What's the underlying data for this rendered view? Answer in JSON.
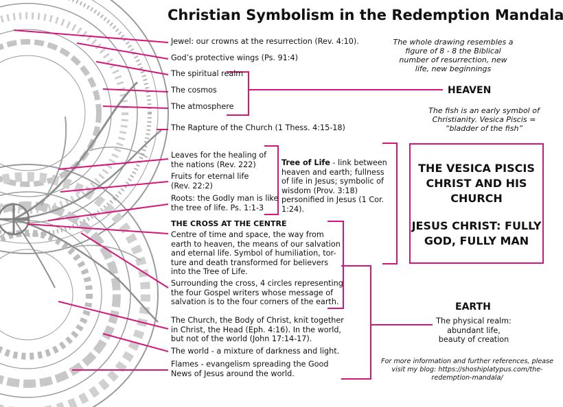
{
  "title": "Christian Symbolism in the Redemption Mandala",
  "accent_color": "#d4157a",
  "labels": {
    "jewel": "Jewel: our crowns at the resurrection (Rev. 4:10).",
    "wings": "God’s protective wings (Ps. 91:4)",
    "spiritual": "The spiritual realm",
    "cosmos": "The cosmos",
    "atmosphere": "The atmosphere",
    "rapture": "The Rapture of the Church (1 Thess. 4:15-18)",
    "leaves_1": "Leaves for the healing of",
    "leaves_2": "the nations (Rev. 222)",
    "fruits_1": "Fruits for eternal life",
    "fruits_2": "(Rev. 22:2)",
    "roots_1": "Roots: the Godly man is like",
    "roots_2": "the tree of life. Ps. 1:1-3",
    "cross_title": "THE CROSS AT THE CENTRE",
    "cross_1": "Centre of time and space, the way from",
    "cross_2": "earth to heaven, the means of our salvation",
    "cross_3": "and eternal life. Symbol of humiliation, tor-",
    "cross_4": "ture and death transformed for believers",
    "cross_5": "into the Tree of Life.",
    "circles_1": "Surrounding the cross, 4 circles representing",
    "circles_2": "the four Gospel writers whose message of",
    "circles_3": "salvation is to the four corners of the earth.",
    "church_1": "The Church, the Body of Christ, knit together",
    "church_2": "in Christ, the Head (Eph. 4:16). In the world,",
    "church_3": "but not of the world (John 17:14-17).",
    "world": "The world - a mixture of darkness and light.",
    "flames_1": "Flames - evangelism spreading the Good",
    "flames_2": "News of Jesus around the world."
  },
  "tree": {
    "bold": "Tree of Life",
    "line_1": " - link between",
    "line_2": "heaven and earth; fullness",
    "line_3": "of life in Jesus; symbolic of",
    "line_4": "wisdom (Prov. 3:18)",
    "line_5": "personified in Jesus (1 Cor.",
    "line_6": "1:24)."
  },
  "notes": {
    "eight_1": "The whole drawing resembles a",
    "eight_2": "figure of 8 - 8 the Biblical",
    "eight_3": "number of resurrection, new",
    "eight_4": "life, new beginnings",
    "fish_1": "The fish is an early symbol of",
    "fish_2": "Christianity. Vesica Piscis =",
    "fish_3": "“bladder of the fish”"
  },
  "heaven": "HEAVEN",
  "vesica": {
    "line_1": "THE VESICA PISCIS",
    "line_2": "CHRIST AND HIS",
    "line_3": "CHURCH",
    "line_4": "JESUS CHRIST: FULLY",
    "line_5": "GOD, FULLY MAN"
  },
  "earth": {
    "title": "EARTH",
    "line_1": "The physical realm:",
    "line_2": "abundant life,",
    "line_3": "beauty of creation"
  },
  "footer": {
    "line_1": "For more information and further references, please",
    "line_2": "visit my blog: https://shoshiplatypus.com/the-",
    "line_3": "redemption-mandala/"
  }
}
